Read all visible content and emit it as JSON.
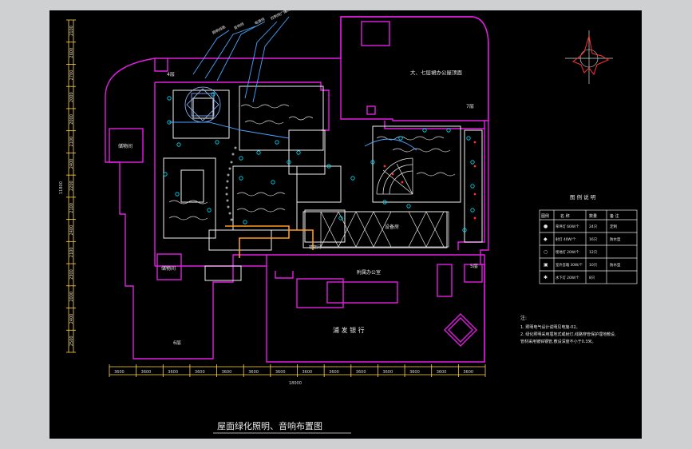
{
  "drawing": {
    "title": "屋面绿化照明、音响布置图",
    "total_width_label": "18000",
    "total_height_label": "11800",
    "bottom_segments": [
      "3600",
      "3600",
      "3600",
      "3600",
      "3600",
      "3600",
      "3600",
      "3600",
      "3600",
      "3600",
      "3600",
      "3600",
      "3600",
      "3600"
    ],
    "left_segments": [
      "2100",
      "2600",
      "2700",
      "2000",
      "2000",
      "2100",
      "2400",
      "2200",
      "2100",
      "2400",
      "2100",
      "2300",
      "2000",
      "2400",
      "2500"
    ]
  },
  "rooms": {
    "upper_office": "大、七层裙办公屋顶面",
    "floor7_tag": "7层",
    "left_room_top": "储物间",
    "left_room_bottom": "储物间",
    "floor4_tag": "4层",
    "floor6_tag": "6层",
    "middle_office": "附属办公室",
    "bank": "浦 发 银 行",
    "floor5_tag": "5层",
    "equipment": "设备房",
    "stair": "楼梯间"
  },
  "cable_labels": [
    "照明线路",
    "音响线",
    "电源线",
    "控制线",
    "广播线"
  ],
  "legend": {
    "title": "图 例 说 明",
    "headers": [
      "图例",
      "名 称",
      "数量",
      "备 注"
    ],
    "rows": [
      {
        "name": "草坪灯 60W/个",
        "qty": "24只",
        "note": "定制"
      },
      {
        "name": "射灯 40W/个",
        "qty": "16只",
        "note": "防水型"
      },
      {
        "name": "埋地灯 20W/个",
        "qty": "12只",
        "note": ""
      },
      {
        "name": "室外音箱 30W/个",
        "qty": "10只",
        "note": "防水型"
      },
      {
        "name": "水下灯 20W/个",
        "qty": "8只",
        "note": ""
      }
    ]
  },
  "notes": {
    "heading": "注:",
    "lines": [
      "1. 照明电气设计说明见电施-02。",
      "2. 绿化照明采用埋地式或射灯,线路穿管保护埋地敷设,",
      "   管材采用镀锌钢管,敷设深度不小于0.3米。"
    ]
  },
  "colors": {
    "wall": "#e11ee1",
    "wall_inner": "#ffffff",
    "lamp": "#00e5ff",
    "cable": "#4aa3ff",
    "pipe_orange": "#ff9a1a",
    "compass": "#ff3030",
    "background": "#000000"
  }
}
